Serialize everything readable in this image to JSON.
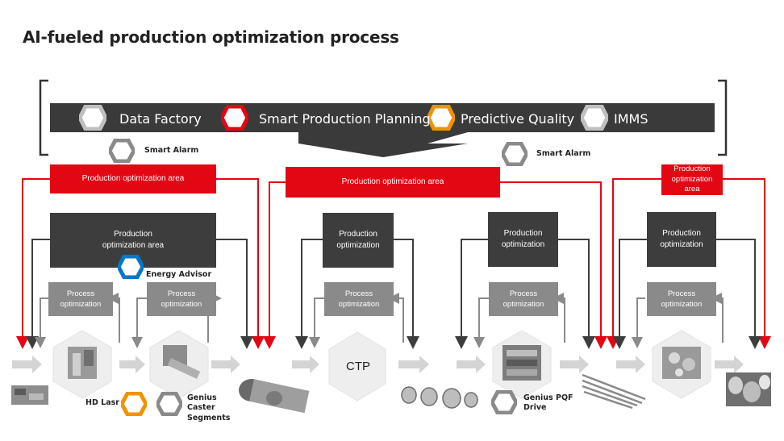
{
  "title": "AI-fueled production optimization process",
  "top_bar": {
    "items": [
      {
        "label": "Data Factory",
        "icon": "hexagon-grey",
        "color": "#bfbfbf"
      },
      {
        "label": "Smart Production Planning",
        "icon": "hexagon-red",
        "color": "#e30613"
      },
      {
        "label": "Predictive Quality",
        "icon": "hexagon-orange",
        "color": "#f39200"
      },
      {
        "label": "IMMS",
        "icon": "hexagon-grey",
        "color": "#bfbfbf"
      }
    ]
  },
  "smart_alarms": [
    "Smart Alarm",
    "Smart Alarm"
  ],
  "red_areas": [
    {
      "text": "Production optimization area"
    },
    {
      "text": "Production optimization area"
    },
    {
      "text": "Production optimization area"
    }
  ],
  "dark_boxes": [
    {
      "text": "Production optimization area"
    },
    {
      "text": "Production optimization"
    },
    {
      "text": "Production optimization"
    },
    {
      "text": "Production optimization"
    }
  ],
  "process_boxes": [
    {
      "text": "Process optimization"
    },
    {
      "text": "Process optimization"
    },
    {
      "text": "Process optimization"
    },
    {
      "text": "Process optimization"
    },
    {
      "text": "Process optimization"
    }
  ],
  "energy_advisor": {
    "label": "Energy Advisor",
    "color": "#0077c8"
  },
  "ctp": {
    "label": "CTP"
  },
  "bottom_labels": {
    "hd_lasr": "HD Lasr",
    "genius_caster": "Genius Caster Segments",
    "genius_pqf": "Genius PQF Drive"
  },
  "colors": {
    "red": "#e30613",
    "dark": "#3d3d3d",
    "grey": "#8a8a8a",
    "orange": "#f39200",
    "blue": "#0077c8",
    "arrow": "#cfcfcf"
  }
}
